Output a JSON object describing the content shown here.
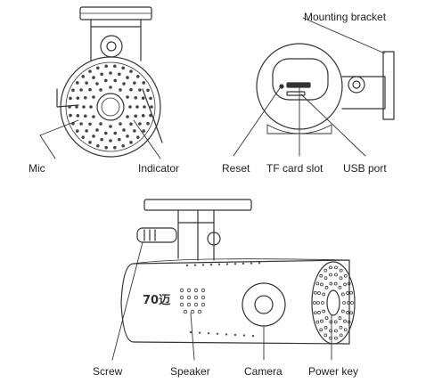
{
  "labels": {
    "mounting_bracket": "Mounting bracket",
    "mic": "Mic",
    "indicator": "Indicator",
    "reset": "Reset",
    "tf_card_slot": "TF card slot",
    "usb_port": "USB port",
    "screw": "Screw",
    "speaker": "Speaker",
    "camera": "Camera",
    "power_key": "Power key"
  },
  "brand_logo_text": "70迈"
}
